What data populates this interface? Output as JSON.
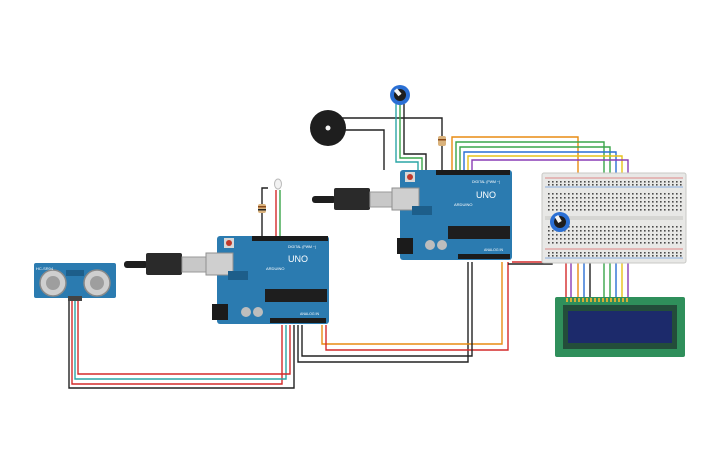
{
  "arduino_left": {
    "logo_text": "UNO",
    "brand_text": "ARDUINO",
    "digital_text": "DIGITAL (PWM ~)",
    "analog_text": "ANALOG IN"
  },
  "arduino_right": {
    "logo_text": "UNO",
    "brand_text": "ARDUINO",
    "digital_text": "DIGITAL (PWM ~)",
    "analog_text": "ANALOG IN"
  },
  "ultrasonic": {
    "label": "HC-SR04"
  },
  "lcd": {
    "line1": "",
    "line2": ""
  },
  "colors": {
    "board": "#2b7bb0",
    "board_dark": "#1d5e8a",
    "breadboard": "#e8e8e6",
    "lcd_frame": "#2f8f5b",
    "lcd_screen": "#1c2a6b",
    "wire_red": "#d42a2a",
    "wire_black": "#222222",
    "wire_orange": "#e88c12",
    "wire_green": "#3aa54a",
    "wire_teal": "#2aa6a6",
    "wire_purple": "#8a3db5",
    "wire_blue": "#2a6fd4",
    "wire_yellow": "#e6c21a"
  }
}
